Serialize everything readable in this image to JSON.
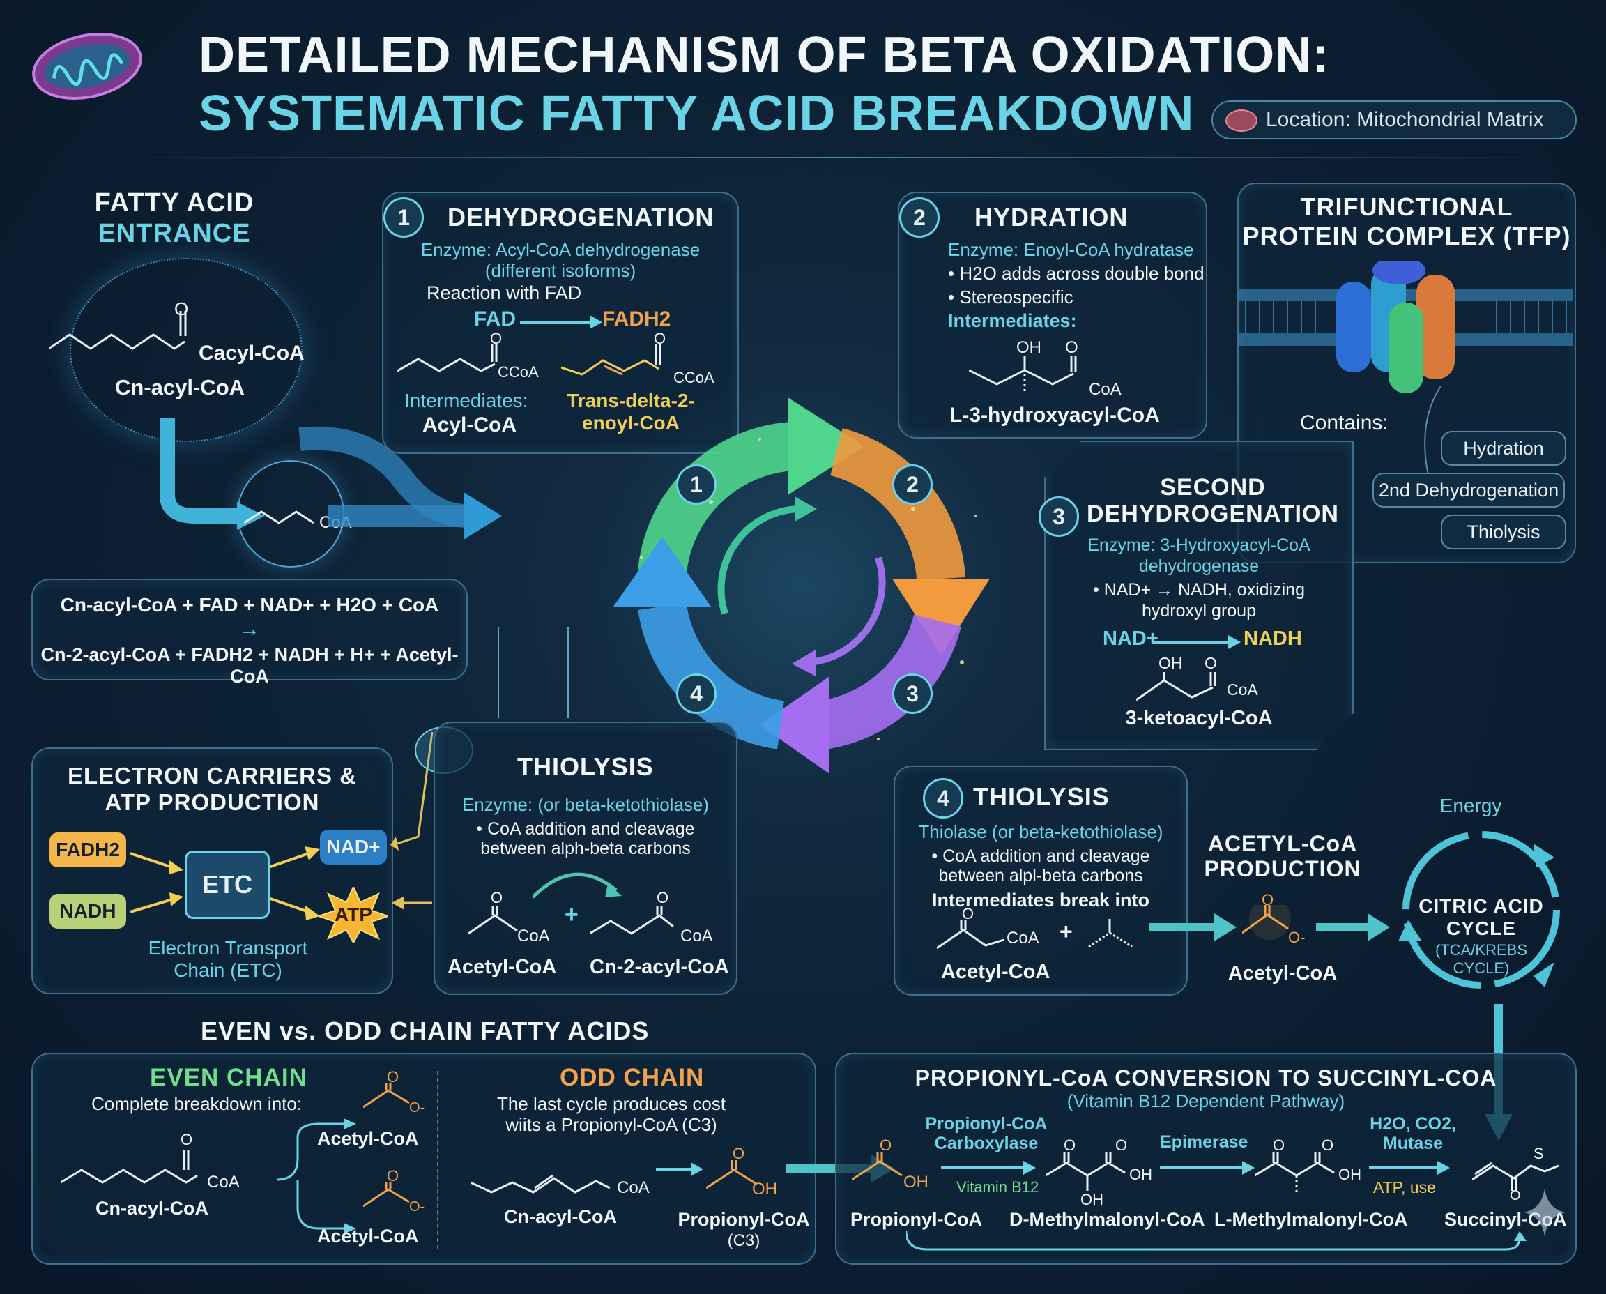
{
  "title": {
    "line1": "DETAILED MECHANISM OF BETA OXIDATION:",
    "line2": "SYSTEMATIC FATTY ACID BREAKDOWN",
    "location": "Location: Mitochondrial Matrix"
  },
  "entrance": {
    "heading1": "FATTY ACID",
    "heading2": "ENTRANCE",
    "o_label": "O",
    "group_label": "Cacyl-CoA",
    "molecule": "Cn-acyl-CoA",
    "small_coa": "CoA"
  },
  "overall": {
    "left": "Cn-acyl-CoA + FAD + NAD+ + H2O + CoA",
    "arrow": "→",
    "right": "Cn-2-acyl-CoA + FADH2 + NADH + H+ + Acetyl-CoA"
  },
  "step1": {
    "number": "1",
    "title": "DEHYDROGENATION",
    "enzyme1": "Enzyme: Acyl-CoA dehydrogenase",
    "enzyme2": "(different isoforms)",
    "reaction": "Reaction with FAD",
    "fad": "FAD",
    "fadh2": "FADH2",
    "o1": "O",
    "o2": "O",
    "coa1": "CCoA",
    "coa2": "CCoA",
    "intermediates_label": "Intermediates:",
    "intermediate1": "Acyl-CoA",
    "intermediate2a": "Trans-delta-2-",
    "intermediate2b": "enoyl-CoA"
  },
  "step2": {
    "number": "2",
    "title": "HYDRATION",
    "enzyme": "Enzyme: Enoyl-CoA hydratase",
    "bullet1": "• H2O adds across double bond",
    "bullet2": "• Stereospecific",
    "intermediates_label": "Intermediates:",
    "oh": "OH",
    "o": "O",
    "coa": "CoA",
    "product": "L-3-hydroxyacyl-CoA"
  },
  "tfp": {
    "title1": "TRIFUNCTIONAL",
    "title2": "PROTEIN COMPLEX (TFP)",
    "contains": "Contains:",
    "items": [
      "Hydration",
      "2nd Dehydrogenation",
      "Thiolysis"
    ]
  },
  "step3": {
    "number": "3",
    "title1": "SECOND",
    "title2": "DEHYDROGENATION",
    "enzyme1": "Enzyme: 3-Hydroxyacyl-CoA",
    "enzyme2": "dehydrogenase",
    "bullet1": "• NAD+ → NADH, oxidizing",
    "bullet2": "hydroxyl group",
    "nad": "NAD+",
    "nadh": "NADH",
    "oh": "OH",
    "o": "O",
    "coa": "CoA",
    "product": "3-ketoacyl-CoA"
  },
  "cycle": {
    "labels": [
      "1",
      "2",
      "3",
      "4"
    ]
  },
  "electron": {
    "title1": "ELECTRON CARRIERS &",
    "title2": "ATP PRODUCTION",
    "fadh2": "FADH2",
    "nadh": "NADH",
    "etc": "ETC",
    "nad": "NAD+",
    "atp": "ATP",
    "caption1": "Electron Transport",
    "caption2": "Chain (ETC)"
  },
  "thiolysis_mid": {
    "title": "THIOLYSIS",
    "enzyme": "Enzyme: (or beta-ketothiolase)",
    "bullet1": "• CoA addition and cleavage",
    "bullet2": "between alph-beta carbons",
    "o1": "O",
    "o2": "O",
    "coa1": "CoA",
    "coa2": "CoA",
    "plus": "+",
    "product1": "Acetyl-CoA",
    "product2": "Cn-2-acyl-CoA"
  },
  "step4": {
    "number": "4",
    "title": "THIOLYSIS",
    "enzyme": "Thiolase (or beta-ketothiolase)",
    "bullet1": "• CoA addition and cleavage",
    "bullet2": "between alpl-beta carbons",
    "break": "Intermediates break into",
    "o": "O",
    "coa": "CoA",
    "plus": "+",
    "product": "Acetyl-CoA"
  },
  "acetyl": {
    "title1": "ACETYL-CoA",
    "title2": "PRODUCTION",
    "o": "O",
    "o_minus": "O-",
    "product": "Acetyl-CoA"
  },
  "tca": {
    "energy": "Energy",
    "line1": "CITRIC ACID",
    "line2": "CYCLE",
    "sub1": "(TCA/KREBS",
    "sub2": "CYCLE)"
  },
  "even_odd": {
    "heading": "EVEN vs. ODD CHAIN FATTY ACIDS",
    "even_title": "EVEN CHAIN",
    "even_desc": "Complete breakdown into:",
    "even_o": "O",
    "even_coa": "CoA",
    "even_molecule": "Cn-acyl-CoA",
    "even_o_top": "O",
    "even_ominus": "O-",
    "even_product1": "Acetyl-CoA",
    "even_product2": "Acetyl-CoA",
    "odd_title": "ODD CHAIN",
    "odd_desc1": "The last cycle produces cost",
    "odd_desc2": "wiits a Propionyl-CoA (C3)",
    "odd_coa": "CoA",
    "odd_molecule": "Cn-acyl-CoA",
    "odd_o": "O",
    "odd_oh": "OH",
    "odd_product": "Propionyl-CoA",
    "odd_product_sub": "(C3)"
  },
  "propionyl": {
    "title": "PROPIONYL-CoA CONVERSION TO SUCCINYL-COA",
    "subtitle": "(Vitamin B12 Dependent Pathway)",
    "enzyme1a": "Propionyl-CoA",
    "enzyme1b": "Carboxylase",
    "cofactor1": "Vitamin B12",
    "enzyme2": "Epimerase",
    "enzyme3a": "H2O, CO2,",
    "enzyme3b": "Mutase",
    "cofactor3": "ATP, use",
    "o": "O",
    "oh": "OH",
    "s": "S",
    "compounds": [
      "Propionyl-CoA",
      "D-Methylmalonyl-CoA",
      "L-Methylmalonyl-CoA",
      "Succinyl-CoA"
    ]
  },
  "colors": {
    "teal": "#6ad3e6",
    "orange": "#f2a24a",
    "yellow": "#f1cf55",
    "green": "#6fe08c",
    "purple": "#a77ef0",
    "blue": "#4aa7e8"
  }
}
